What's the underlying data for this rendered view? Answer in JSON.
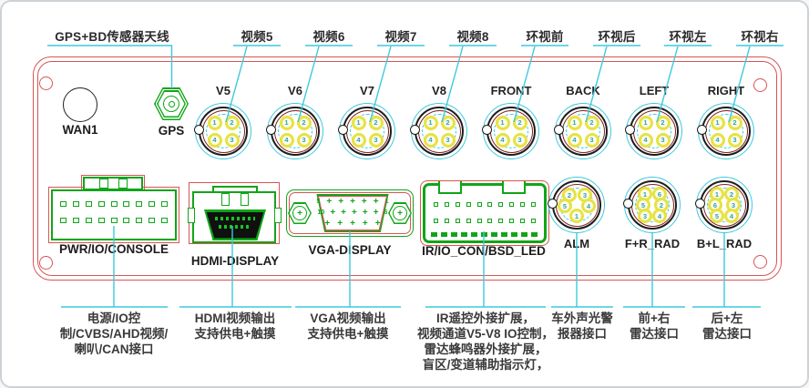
{
  "colors": {
    "leader_cyan": "#3cc9dd",
    "panel_red": "#d95454",
    "connector_green": "#10a517",
    "ring_black": "#1d1d1d",
    "ring_dark_red": "#7e2420",
    "pin_yellow": "#e7e243",
    "pin_number_teal": "#2fa3ae",
    "text": "#2b2b2b"
  },
  "top_labels": [
    {
      "id": "gps-antenna",
      "text": "GPS+BD传感器天线"
    },
    {
      "id": "video5",
      "text": "视频5"
    },
    {
      "id": "video6",
      "text": "视频6"
    },
    {
      "id": "video7",
      "text": "视频7"
    },
    {
      "id": "video8",
      "text": "视频8"
    },
    {
      "id": "surround-front",
      "text": "环视前"
    },
    {
      "id": "surround-back",
      "text": "环视后"
    },
    {
      "id": "surround-left",
      "text": "环视左"
    },
    {
      "id": "surround-right",
      "text": "环视右"
    }
  ],
  "wan1_label": "WAN1",
  "gps_label": "GPS",
  "circular_connectors": [
    {
      "id": "v5",
      "label": "V5",
      "pins": [
        "1",
        "2",
        "4",
        "3"
      ]
    },
    {
      "id": "v6",
      "label": "V6",
      "pins": [
        "1",
        "2",
        "4",
        "3"
      ]
    },
    {
      "id": "v7",
      "label": "V7",
      "pins": [
        "1",
        "2",
        "4",
        "3"
      ]
    },
    {
      "id": "v8",
      "label": "V8",
      "pins": [
        "1",
        "2",
        "4",
        "3"
      ]
    },
    {
      "id": "front",
      "label": "FRONT",
      "pins": [
        "1",
        "2",
        "4",
        "3"
      ]
    },
    {
      "id": "back",
      "label": "BACK",
      "pins": [
        "1",
        "2",
        "4",
        "3"
      ]
    },
    {
      "id": "left",
      "label": "LEFT",
      "pins": [
        "1",
        "2",
        "4",
        "3"
      ]
    },
    {
      "id": "right",
      "label": "RIGHT",
      "pins": [
        "1",
        "2",
        "4",
        "3"
      ]
    },
    {
      "id": "alm",
      "label": "ALM",
      "pins": [
        "2",
        "3",
        "5",
        "4",
        "1"
      ]
    },
    {
      "id": "fr-rad",
      "label": "F+R_RAD",
      "pins": [
        "1",
        "6",
        "5",
        "2",
        "3",
        "4"
      ]
    },
    {
      "id": "bl-rad",
      "label": "B+L_RAD",
      "pins": [
        "1",
        "2",
        "6",
        "3",
        "5",
        "4"
      ]
    }
  ],
  "rect_connectors": {
    "pwr": {
      "label": "PWR/IO/CONSOLE"
    },
    "hdmi": {
      "label": "HDMI-DISPLAY"
    },
    "vga": {
      "label": "VGA-DISPLAY",
      "row1_left": "5",
      "row1_right": "1",
      "row2_left": "10",
      "row2_right": "6"
    },
    "ir": {
      "label": "IR/IO_CON/BSD_LED"
    }
  },
  "bottom_labels": [
    {
      "id": "pwr-desc",
      "lines": [
        "电源/IO控",
        "制/CVBS/AHD视频/",
        "喇叭/CAN接口"
      ]
    },
    {
      "id": "hdmi-desc",
      "lines": [
        "HDMI视频输出",
        "支持供电+触摸"
      ]
    },
    {
      "id": "vga-desc",
      "lines": [
        "VGA视频输出",
        "支持供电+触摸"
      ]
    },
    {
      "id": "ir-desc",
      "lines": [
        "IR遥控外接扩展，",
        "视频通道V5-V8 IO控制，",
        "雷达蜂鸣器外接扩展，",
        "盲区/变道辅助指示灯，"
      ]
    },
    {
      "id": "alm-desc",
      "lines": [
        "车外声光警",
        "报器接口"
      ]
    },
    {
      "id": "fr-desc",
      "lines": [
        "前+右",
        "雷达接口"
      ]
    },
    {
      "id": "bl-desc",
      "lines": [
        "后+左",
        "雷达接口"
      ]
    }
  ]
}
